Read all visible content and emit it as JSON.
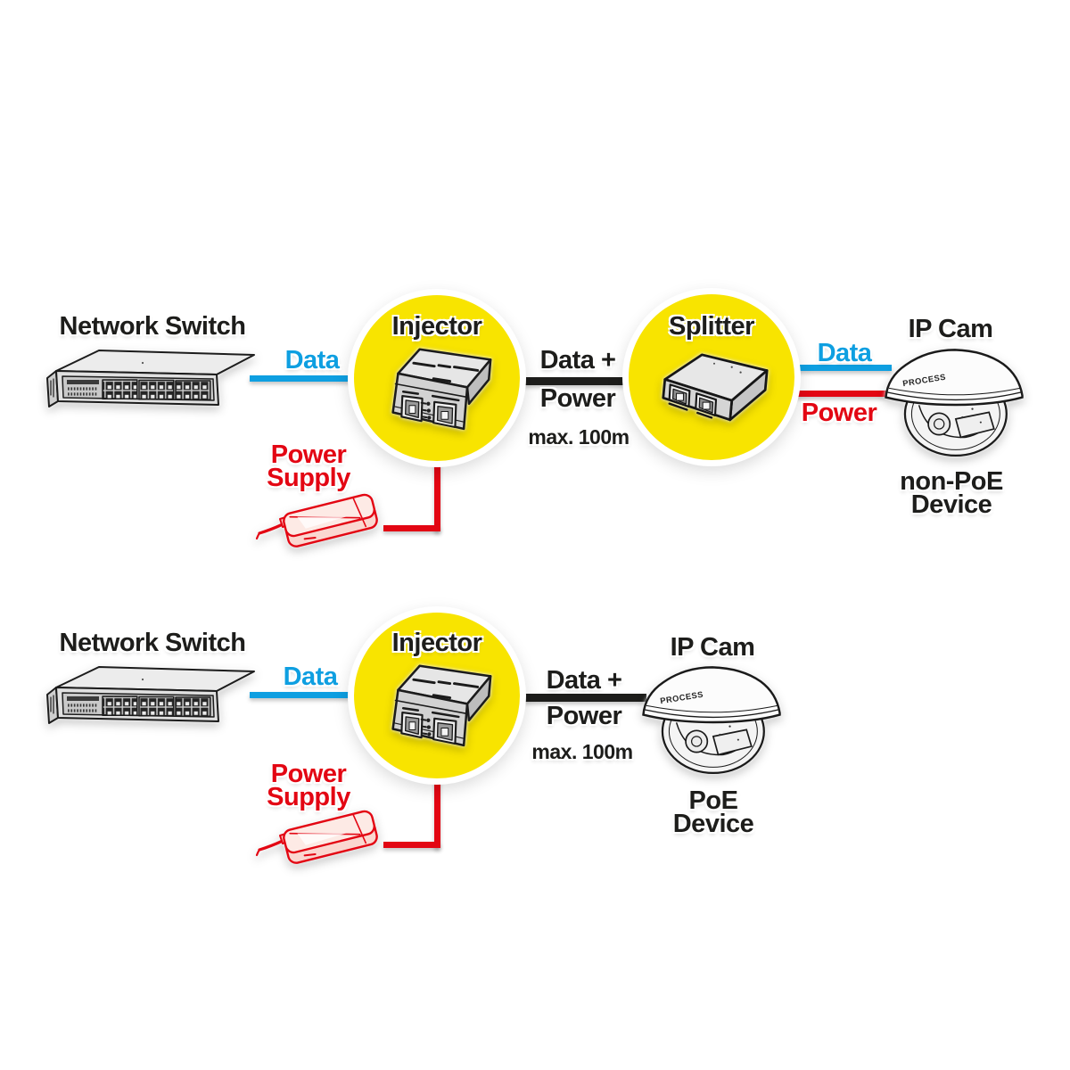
{
  "colors": {
    "yellow": "#f8e400",
    "blue": "#0e9fe1",
    "red": "#e30613",
    "ink": "#1d1d1b"
  },
  "top": {
    "network_switch_label": "Network Switch",
    "data_label": "Data",
    "injector_label": "Injector",
    "splitter_label": "Splitter",
    "link_line1": "Data +",
    "link_line2": "Power",
    "link_max": "max. 100m",
    "cam_data_label": "Data",
    "cam_power_label": "Power",
    "ip_cam_label": "IP Cam",
    "device_line1": "non-PoE",
    "device_line2": "Device",
    "power_supply_line1": "Power",
    "power_supply_line2": "Supply",
    "camera_brand": "PROCESS"
  },
  "bottom": {
    "network_switch_label": "Network Switch",
    "data_label": "Data",
    "injector_label": "Injector",
    "link_line1": "Data +",
    "link_line2": "Power",
    "link_max": "max. 100m",
    "ip_cam_label": "IP Cam",
    "device_line1": "PoE",
    "device_line2": "Device",
    "power_supply_line1": "Power",
    "power_supply_line2": "Supply",
    "camera_brand": "PROCESS"
  }
}
